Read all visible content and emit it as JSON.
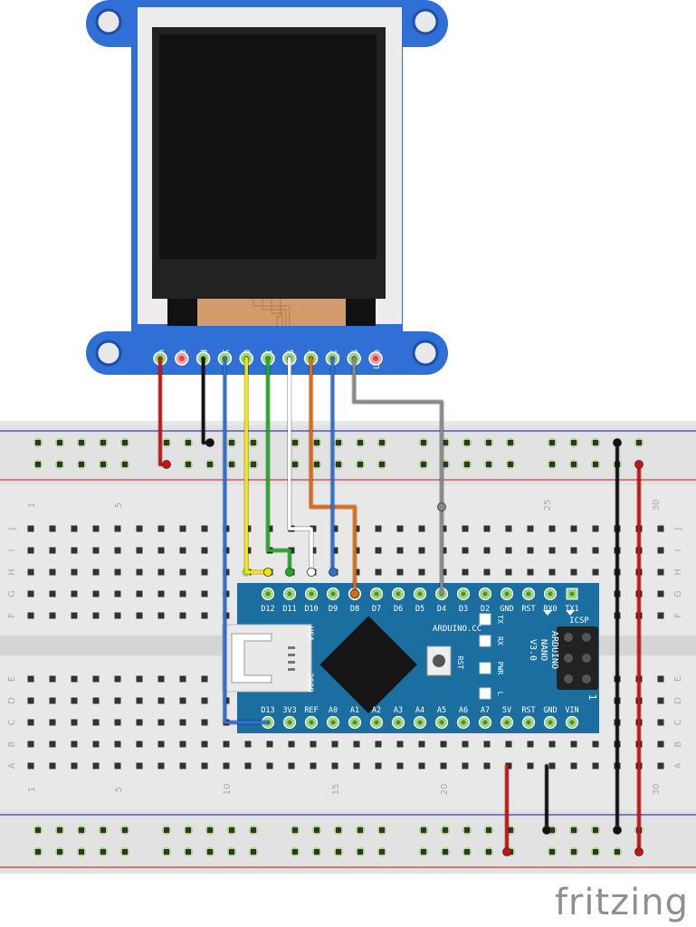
{
  "display": {
    "pins": [
      "Vin",
      "3v3",
      "Gnd",
      "SCK",
      "SO",
      "SI",
      "TCS",
      "RST",
      "D/C",
      "CCS",
      "Lite"
    ]
  },
  "breadboard": {
    "row_letters_top": [
      "J",
      "I",
      "H",
      "G",
      "F"
    ],
    "row_letters_bottom": [
      "E",
      "D",
      "C",
      "B",
      "A"
    ],
    "column_numbers_top": [
      "1",
      "5",
      "25",
      "30"
    ],
    "column_numbers_bottom": [
      "1",
      "5",
      "10",
      "15",
      "20",
      "30"
    ]
  },
  "nano": {
    "top_pins": [
      "D12",
      "D11",
      "D10",
      "D9",
      "D8",
      "D7",
      "D6",
      "D5",
      "D4",
      "D3",
      "D2",
      "GND",
      "RST",
      "RX0",
      "TX1"
    ],
    "bottom_pins": [
      "D13",
      "3V3",
      "REF",
      "A0",
      "A1",
      "A2",
      "A3",
      "A4",
      "A5",
      "A6",
      "A7",
      "5V",
      "RST",
      "GND",
      "VIN"
    ],
    "brand": "ARDUINO.CC",
    "model": [
      "ARDUINO",
      "NANO",
      "V3.0"
    ],
    "usa": "USA",
    "year": "2009",
    "icsp": "ICSP",
    "rst_label": "RST",
    "leds": [
      "TX",
      "RX",
      "PWR",
      "L"
    ],
    "one_mark": "1"
  },
  "wires": [
    {
      "from": "Vin",
      "to": "top power rail +",
      "color": "#cc1111"
    },
    {
      "from": "Gnd",
      "to": "top power rail -",
      "color": "#111111"
    },
    {
      "from": "SCK",
      "to": "D13",
      "color": "#2f6fd6"
    },
    {
      "from": "SO",
      "to": "D12",
      "color": "#f5e600"
    },
    {
      "from": "SI",
      "to": "D11",
      "color": "#22aa22"
    },
    {
      "from": "TCS",
      "to": "D10",
      "color": "#ffffff"
    },
    {
      "from": "RST",
      "to": "D8",
      "color": "#e06a10"
    },
    {
      "from": "D/C",
      "to": "D9",
      "color": "#2f6fd6"
    },
    {
      "from": "CCS",
      "to": "D4",
      "color": "#888888"
    },
    {
      "from": "5V",
      "to": "bottom power rail +",
      "color": "#cc1111"
    },
    {
      "from": "GND",
      "to": "bottom power rail -",
      "color": "#111111"
    },
    {
      "from": "top rail -",
      "to": "bottom rail -",
      "color": "#111111"
    },
    {
      "from": "top rail +",
      "to": "bottom rail +",
      "color": "#cc1111"
    }
  ],
  "watermark": "fritzing"
}
